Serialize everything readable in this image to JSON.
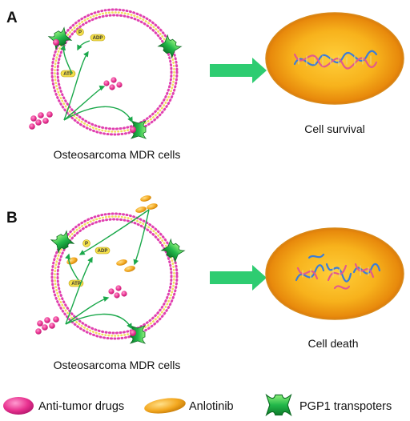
{
  "panels": [
    {
      "letter": "A",
      "membrane_caption": "Osteosarcoma MDR cells",
      "outcome_caption": "Cell survival",
      "chem_labels": {
        "p": "P",
        "adp": "ADP",
        "atp": "ATP"
      }
    },
    {
      "letter": "B",
      "membrane_caption": "Osteosarcoma MDR cells",
      "outcome_caption": "Cell death",
      "chem_labels": {
        "p": "P",
        "adp": "ADP",
        "atp": "ATP"
      }
    }
  ],
  "legend": [
    {
      "label": "Anti-tumor drugs",
      "icon": "pink-ellipse-icon"
    },
    {
      "label": "Anlotinib",
      "icon": "orange-ellipse-icon"
    },
    {
      "label": "PGP1 transpoters",
      "icon": "pgp1-transporter-icon"
    }
  ],
  "colors": {
    "membrane_pink": "#e040b0",
    "membrane_yellow": "#f0e060",
    "transporter_green": "#22b84a",
    "arrow_green": "#1aa84a",
    "big_arrow_green": "#2ecc71",
    "drug_pink": "#e8318f",
    "anlotinib_orange": "#f3a820",
    "cell_orange": "#f5a623"
  }
}
